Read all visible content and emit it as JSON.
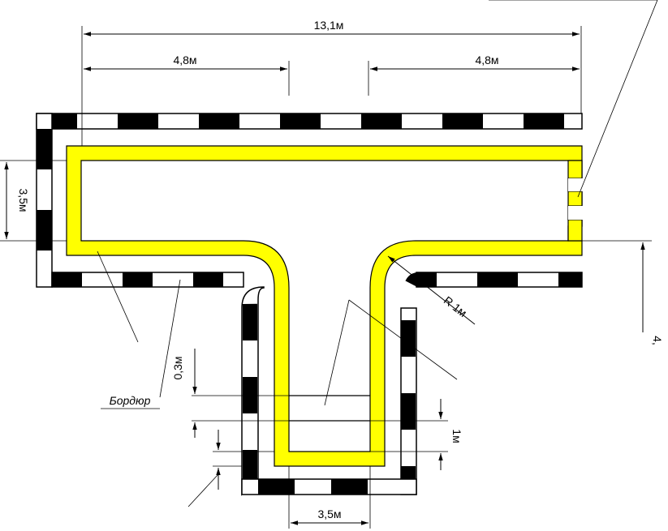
{
  "dimensions": {
    "total_width": "13,1м",
    "left_segment": "4,8м",
    "right_segment": "4,8м",
    "arm_width": "3,5м",
    "radius": "R 1м",
    "stem_width": "3,5м",
    "line_gap": "0,3м",
    "stop_band": "1м",
    "right_edge": "4,"
  },
  "labels": {
    "curb": "Бордюр"
  },
  "colors": {
    "marking": "#ffff00",
    "curb_dark": "#000000",
    "curb_light": "#ffffff"
  }
}
